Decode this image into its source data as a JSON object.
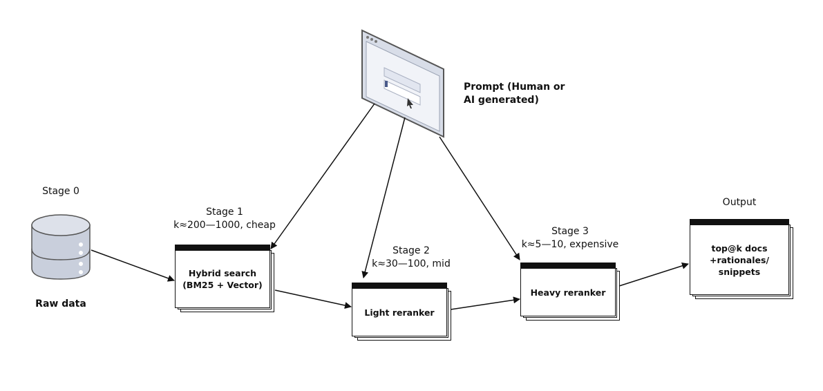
{
  "stage0": {
    "title": "Stage 0",
    "caption": "Raw data"
  },
  "stage1": {
    "title": "Stage 1",
    "subtitle": "k≈200—1000, cheap",
    "box_line1": "Hybrid search",
    "box_line2": "(BM25 + Vector)"
  },
  "stage2": {
    "title": "Stage 2",
    "subtitle": "k≈30—100, mid",
    "box_label": "Light reranker"
  },
  "stage3": {
    "title": "Stage 3",
    "subtitle": "k≈5—10, expensive",
    "box_label": "Heavy reranker"
  },
  "output": {
    "title": "Output",
    "line1": "top@k docs",
    "line2": "+rationales/",
    "line3": "snippets"
  },
  "prompt": {
    "line1": "Prompt (Human or",
    "line2": "AI generated)"
  },
  "colors": {
    "ink": "#111111",
    "db_fill": "#c9cfdc",
    "screen_fill": "#f1f3f8",
    "screen_frame": "#d8dde8"
  },
  "icons": {
    "database": "database-icon",
    "browser": "browser-window-icon"
  }
}
